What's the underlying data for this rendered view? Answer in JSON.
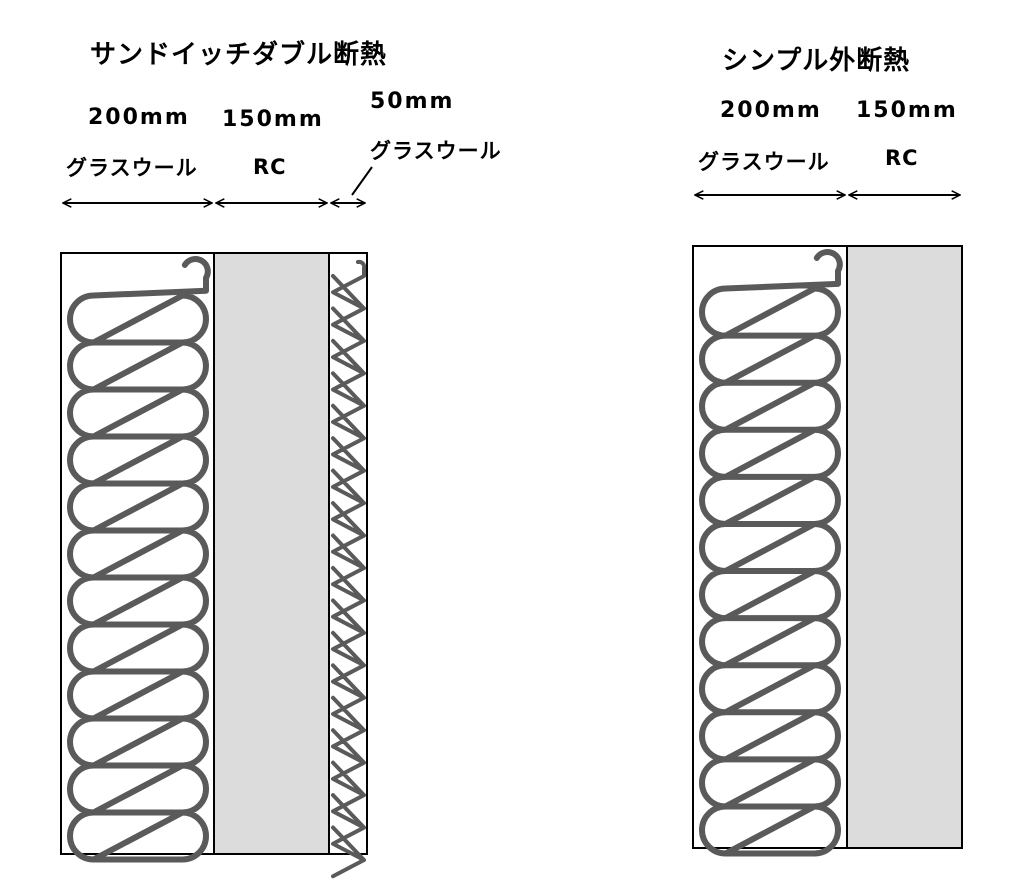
{
  "panels": [
    {
      "title": "サンドイッチダブル断熱",
      "layers": [
        {
          "thickness": "200mm",
          "material": "グラスウール"
        },
        {
          "thickness": "150mm",
          "material": "RC"
        },
        {
          "thickness": "50mm",
          "material": "グラスウール"
        }
      ]
    },
    {
      "title": "シンプル外断熱",
      "layers": [
        {
          "thickness": "200mm",
          "material": "グラスウール"
        },
        {
          "thickness": "150mm",
          "material": "RC"
        }
      ]
    }
  ],
  "colors": {
    "concrete": "#dcdcdc",
    "insulation_stroke": "#5a5a5a",
    "outline": "#000000"
  }
}
